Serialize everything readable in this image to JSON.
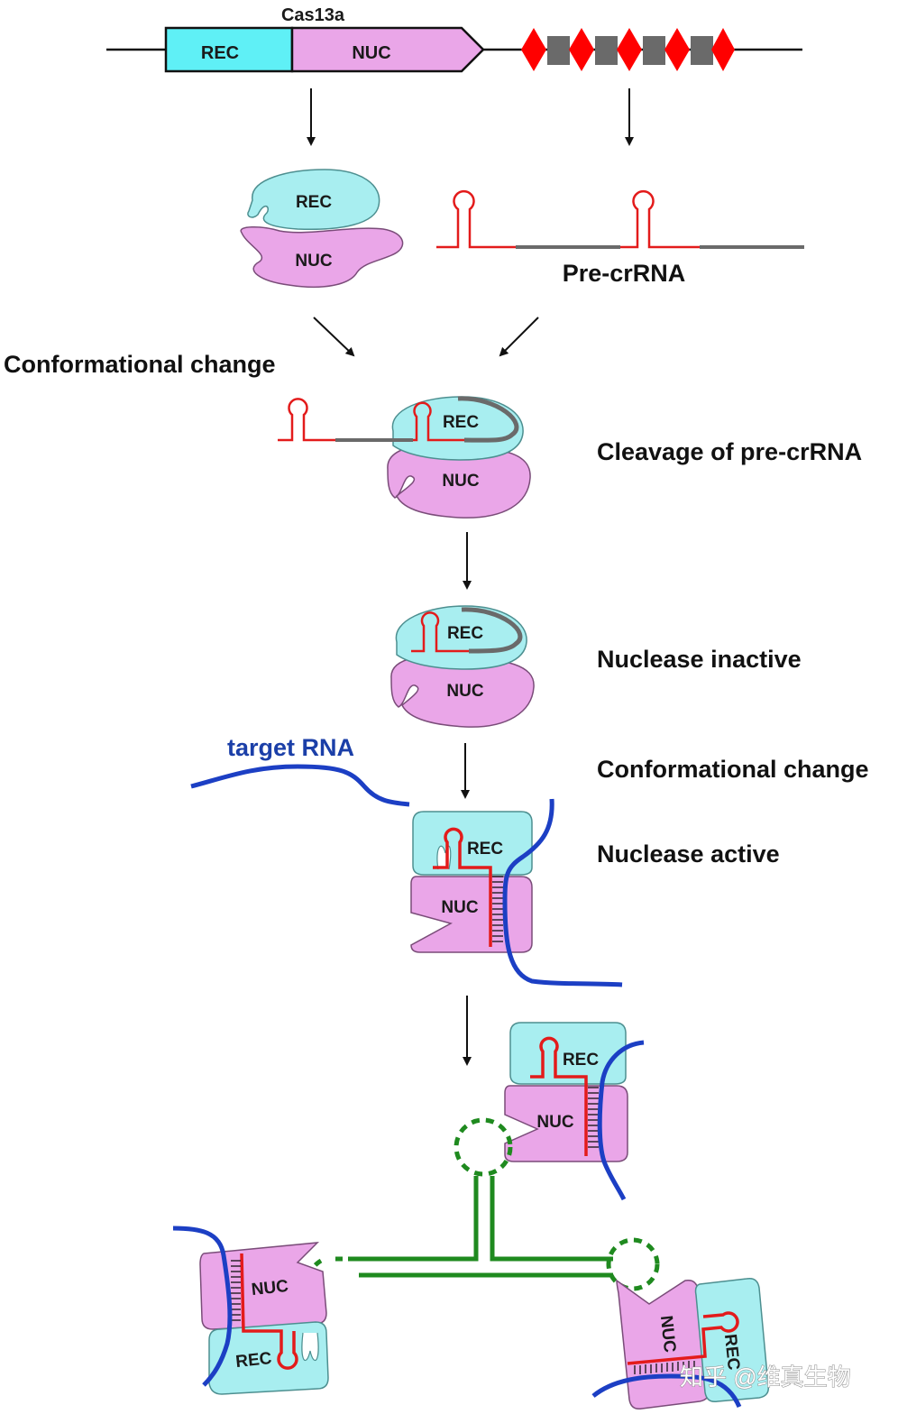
{
  "gene": {
    "name": "Cas13a",
    "rec": "REC",
    "nuc": "NUC"
  },
  "labels": {
    "pre_crrna": "Pre-crRNA",
    "conformational_change_1": "Conformational change",
    "cleavage": "Cleavage of pre-crRNA",
    "nuclease_inactive": "Nuclease inactive",
    "target_rna": "target RNA",
    "conformational_change_2": "Conformational change",
    "nuclease_active": "Nuclease active"
  },
  "domains": {
    "rec": "REC",
    "nuc": "NUC"
  },
  "watermark": "知乎 @维真生物",
  "colors": {
    "rec": "#a8eef0",
    "rec_gene": "#5ff0f6",
    "nuc": "#eaa6e8",
    "crrna": "#e31b1b",
    "repeat": "#ff0000",
    "spacer": "#6a6a6a",
    "target": "#1c3fc4",
    "collateral": "#1f8a1f",
    "target_label": "#1b3fa8"
  }
}
